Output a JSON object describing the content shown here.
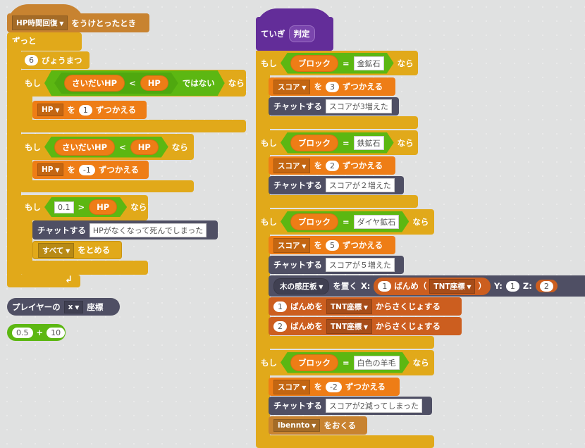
{
  "left": {
    "hat": {
      "message": "HP時間回復",
      "label": "をうけとったとき"
    },
    "forever": "ずっと",
    "wait": {
      "value": "6",
      "label": "びょうまつ"
    },
    "if1": {
      "if": "もし",
      "left": "さいだいHP",
      "op": "<",
      "right": "HP",
      "not": "ではない",
      "then": "なら",
      "set": {
        "var": "HP",
        "wo": "を",
        "value": "1",
        "label": "ずつかえる"
      }
    },
    "if2": {
      "if": "もし",
      "left": "さいだいHP",
      "op": "<",
      "right": "HP",
      "then": "なら",
      "set": {
        "var": "HP",
        "wo": "を",
        "value": "-1",
        "label": "ずつかえる"
      }
    },
    "if3": {
      "if": "もし",
      "left": "0.1",
      "op": ">",
      "right": "HP",
      "then": "なら",
      "chat": {
        "label": "チャットする",
        "text": "HPがなくなって死んでしまった"
      },
      "stop": {
        "option": "すべて",
        "label": "をとめる"
      }
    },
    "player": {
      "label": "プレイヤーの",
      "axis": "x",
      "suffix": "座標"
    },
    "add": {
      "a": "0.5",
      "op": "+",
      "b": "10"
    }
  },
  "right": {
    "define": {
      "label": "ていぎ",
      "name": "判定"
    },
    "ifs": [
      {
        "if": "もし",
        "var": "ブロック",
        "eq": "=",
        "value": "金鉱石",
        "then": "なら",
        "set": {
          "var": "スコア",
          "wo": "を",
          "value": "3",
          "label": "ずつかえる"
        },
        "chat": {
          "label": "チャットする",
          "text": "スコアが3増えた"
        }
      },
      {
        "if": "もし",
        "var": "ブロック",
        "eq": "=",
        "value": "鉄鉱石",
        "then": "なら",
        "set": {
          "var": "スコア",
          "wo": "を",
          "value": "2",
          "label": "ずつかえる"
        },
        "chat": {
          "label": "チャットする",
          "text": "スコアが２増えた"
        }
      },
      {
        "if": "もし",
        "var": "ブロック",
        "eq": "=",
        "value": "ダイヤ鉱石",
        "then": "なら",
        "set": {
          "var": "スコア",
          "wo": "を",
          "value": "5",
          "label": "ずつかえる"
        },
        "chat": {
          "label": "チャットする",
          "text": "スコアが５増えた"
        }
      },
      {
        "if": "もし",
        "var": "ブロック",
        "eq": "=",
        "value": "白色の羊毛",
        "then": "なら",
        "set": {
          "var": "スコア",
          "wo": "を",
          "value": "-2",
          "label": "ずつかえる"
        },
        "chat": {
          "label": "チャットする",
          "text": "スコアが2減ってしまった"
        }
      }
    ],
    "place": {
      "block": "木の感圧板",
      "label": "を置く",
      "x": "X:",
      "idx": "1",
      "nth": "ばんめ（",
      "list": "TNT座標",
      "close": "）",
      "y": "Y:",
      "yval": "1",
      "z": "Z:",
      "zidx": "2"
    },
    "del1": {
      "idx": "1",
      "label": "ばんめを",
      "list": "TNT座標",
      "suffix": "からさくじょする"
    },
    "del2": {
      "idx": "2",
      "label": "ばんめを",
      "list": "TNT座標",
      "suffix": "からさくじょする"
    },
    "broadcast": {
      "message": "ibennto",
      "label": "をおくる"
    }
  }
}
